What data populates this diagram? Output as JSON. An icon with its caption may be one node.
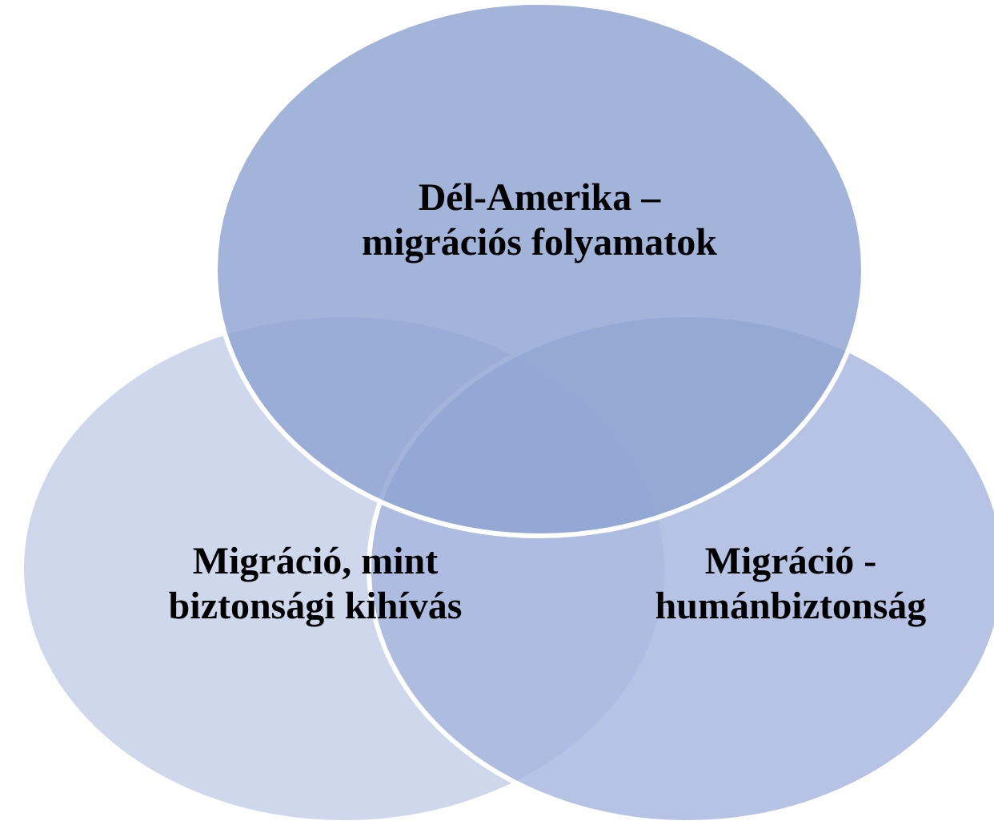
{
  "diagram": {
    "nodes": [
      {
        "text": [
          "Dél-Amerika – migrációs folyamatok"
        ]
      },
      {
        "text": [
          "Migráció, mint biztonsági kihívás"
        ]
      },
      {
        "text": [
          "Migráció - humánbiztonság"
        ]
      }
    ]
  }
}
